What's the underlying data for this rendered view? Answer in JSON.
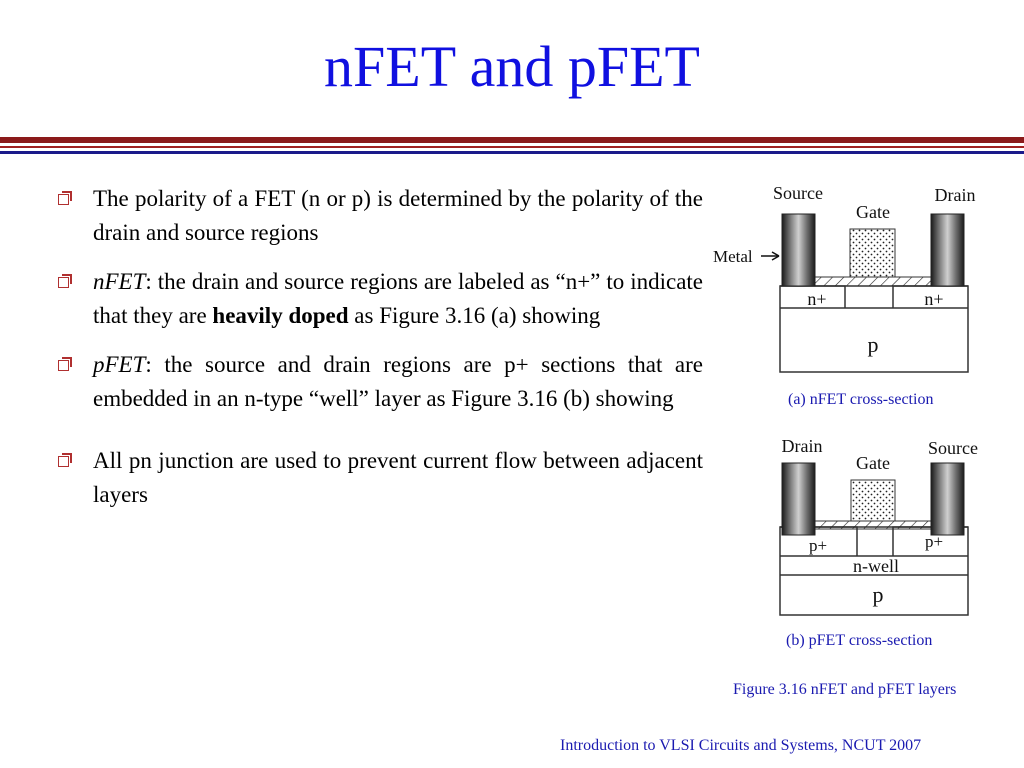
{
  "slide": {
    "title": "nFET and pFET",
    "footer": "Introduction to VLSI Circuits and Systems, NCUT  2007"
  },
  "bullets": [
    {
      "text": "The polarity of a FET (n or p) is determined by the polarity of the drain and source regions"
    },
    {
      "term": "nFET",
      "text_before": ": the drain and source regions are labeled as “n+” to indicate that they are ",
      "bold": "heavily doped",
      "text_after": " as Figure 3.16 (a) showing"
    },
    {
      "term": "pFET",
      "text": ": the source and drain regions are p+ sections that are embedded in an n-type “well” layer as Figure 3.16 (b) showing"
    },
    {
      "text": "All pn junction are used to prevent current flow between adjacent layers"
    }
  ],
  "figure": {
    "nfet": {
      "left_label": "Source",
      "right_label": "Drain",
      "gate_label": "Gate",
      "metal_label": "Metal",
      "left_region": "n+",
      "right_region": "n+",
      "substrate": "p",
      "caption": "(a) nFET cross-section"
    },
    "pfet": {
      "left_label": "Drain",
      "right_label": "Source",
      "gate_label": "Gate",
      "left_region": "p+",
      "right_region": "p+",
      "well": "n-well",
      "substrate": "p",
      "caption": "(b) pFET cross-section"
    },
    "caption": "Figure 3.16 nFET and pFET layers"
  },
  "colors": {
    "title": "#1010e0",
    "caption": "#1a1ab0",
    "bullet_mark": "#b03030",
    "rule_top": "#8b1a1a",
    "rule_bottom": "#1a1a8a"
  },
  "icons": {
    "bullet": "hollow-square-bullet-icon"
  }
}
